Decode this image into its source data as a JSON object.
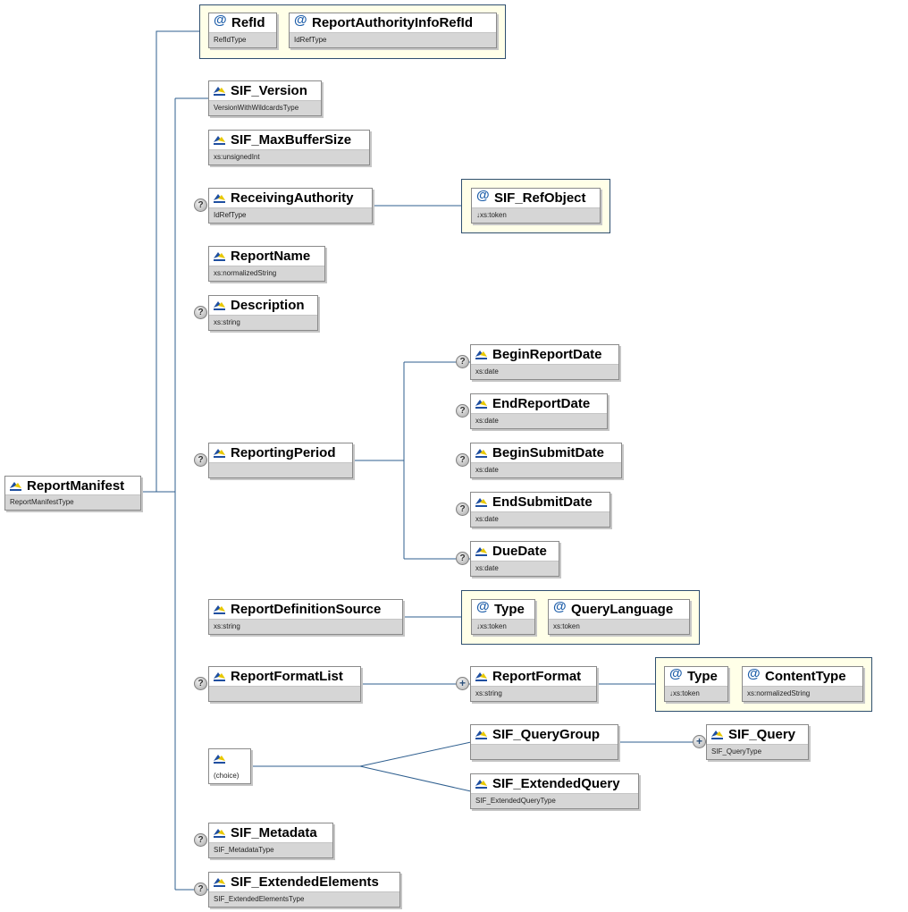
{
  "diagram": {
    "root": {
      "name": "ReportManifest",
      "type": "ReportManifestType"
    },
    "attributes": [
      {
        "name": "RefId",
        "type": "RefIdType"
      },
      {
        "name": "ReportAuthorityInfoRefId",
        "type": "IdRefType"
      }
    ],
    "elements": [
      {
        "name": "SIF_Version",
        "type": "VersionWithWildcardsType"
      },
      {
        "name": "SIF_MaxBufferSize",
        "type": "xs:unsignedInt"
      },
      {
        "name": "ReceivingAuthority",
        "type": "IdRefType",
        "attribute": {
          "name": "SIF_RefObject",
          "type": "↓xs:token"
        }
      },
      {
        "name": "ReportName",
        "type": "xs:normalizedString"
      },
      {
        "name": "Description",
        "type": "xs:string"
      },
      {
        "name": "ReportingPeriod",
        "type": "",
        "children": [
          {
            "name": "BeginReportDate",
            "type": "xs:date"
          },
          {
            "name": "EndReportDate",
            "type": "xs:date"
          },
          {
            "name": "BeginSubmitDate",
            "type": "xs:date"
          },
          {
            "name": "EndSubmitDate",
            "type": "xs:date"
          },
          {
            "name": "DueDate",
            "type": "xs:date"
          }
        ]
      },
      {
        "name": "ReportDefinitionSource",
        "type": "xs:string",
        "attributes": [
          {
            "name": "Type",
            "type": "↓xs:token"
          },
          {
            "name": "QueryLanguage",
            "type": "xs:token"
          }
        ]
      },
      {
        "name": "ReportFormatList",
        "type": "",
        "child": {
          "name": "ReportFormat",
          "type": "xs:string",
          "attributes": [
            {
              "name": "Type",
              "type": "↓xs:token"
            },
            {
              "name": "ContentType",
              "type": "xs:normalizedString"
            }
          ]
        }
      },
      {
        "name": "",
        "type": "(choice)",
        "options": [
          {
            "name": "SIF_QueryGroup",
            "type": "",
            "child": {
              "name": "SIF_Query",
              "type": "SIF_QueryType"
            }
          },
          {
            "name": "SIF_ExtendedQuery",
            "type": "SIF_ExtendedQueryType"
          }
        ]
      },
      {
        "name": "SIF_Metadata",
        "type": "SIF_MetadataType"
      },
      {
        "name": "SIF_ExtendedElements",
        "type": "SIF_ExtendedElementsType"
      }
    ],
    "markers": {
      "optional": "?",
      "repeat": "+",
      "attribute": "@"
    },
    "colors": {
      "connector": "#2f5f8f",
      "group_border": "#2f4f6f",
      "group_fill": "#ffffe8",
      "type_bar": "#d6d6d6",
      "attribute_icon": "#1f5faa",
      "element_icon_blue": "#1f4fa0",
      "element_icon_yellow": "#e8c800"
    }
  }
}
